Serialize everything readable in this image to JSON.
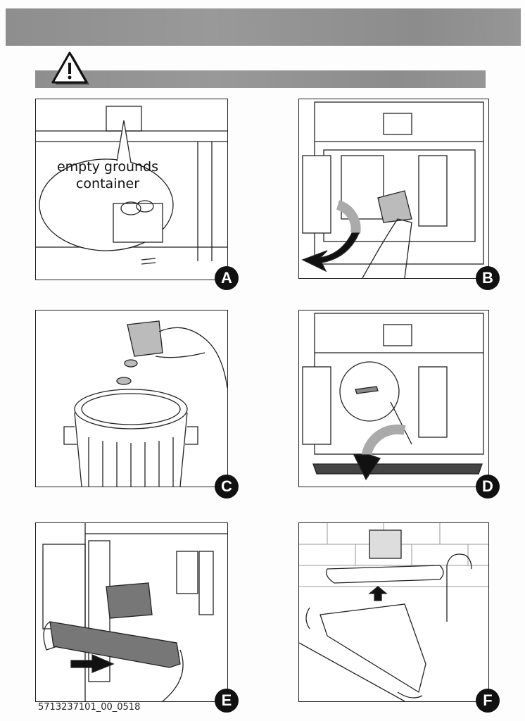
{
  "warning_icon": "warning-triangle-icon",
  "panels": [
    {
      "label": "A",
      "callout": "empty grounds container"
    },
    {
      "label": "B"
    },
    {
      "label": "C"
    },
    {
      "label": "D"
    },
    {
      "label": "E"
    },
    {
      "label": "F"
    }
  ],
  "callout_lines": [
    "empty grounds",
    "container"
  ],
  "footer": {
    "doc_code": "5713237101_00_0518"
  }
}
